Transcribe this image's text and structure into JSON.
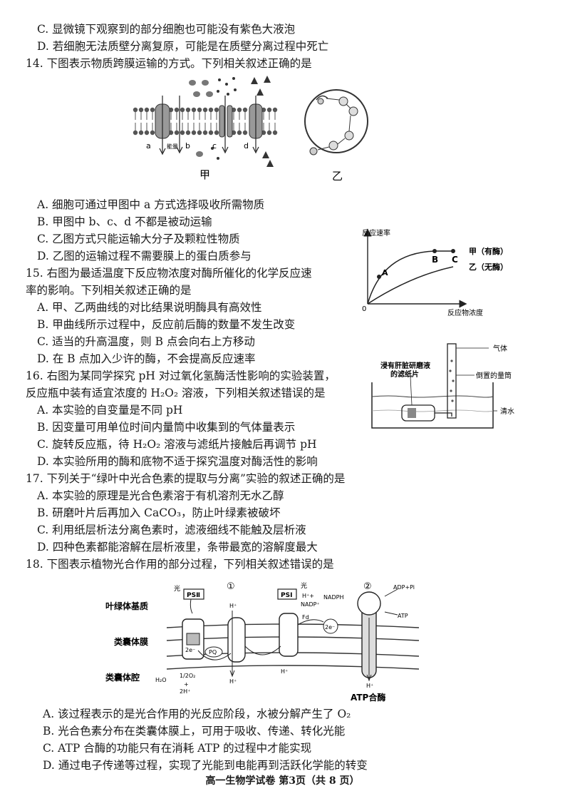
{
  "q13": {
    "optC": "C. 显微镜下观察到的部分细胞也可能没有紫色大液泡",
    "optD": "D. 若细胞无法质壁分离复原，可能是在质壁分离过程中死亡"
  },
  "q14": {
    "stem": "14. 下图表示物质跨膜运输的方式。下列相关叙述正确的是",
    "fig_jia": "甲",
    "fig_yi": "乙",
    "label_a": "a",
    "label_b": "b",
    "label_c": "c",
    "label_d": "d",
    "label_energy": "能量",
    "optA": "A. 细胞可通过甲图中 a 方式选择吸收所需物质",
    "optB": "B. 甲图中 b、c、d 不都是被动运输",
    "optC": "C. 乙图方式只能运输大分子及颗粒性物质",
    "optD": "D. 乙图的运输过程不需要膜上的蛋白质参与"
  },
  "q15": {
    "stem1": "15.  右图为最适温度下反应物浓度对酶所催化的化学反应速",
    "stem2": "率的影响。下列相关叙述正确的是",
    "optA": "A. 甲、乙两曲线的对比结果说明酶具有高效性",
    "optB": "B. 甲曲线所示过程中，反应前后酶的数量不发生改变",
    "optC": "C. 适当的升高温度，则 B 点会向右上方移动",
    "optD": "D. 在 B 点加入少许的酶，不会提高反应速率",
    "graph": {
      "ylabel": "反应速率",
      "xlabel": "反应物浓度",
      "origin": "0",
      "pointA": "A",
      "pointB": "B",
      "pointC": "C",
      "series_jia": "甲（有酶）",
      "series_yi": "乙（无酶）"
    }
  },
  "q16": {
    "stem1": "16. 右图为某同学探究 pH 对过氧化氢酶活性影响的实验装置，",
    "stem2": "反应瓶中装有适宜浓度的 H₂O₂ 溶液，下列相关叙述错误的是",
    "optA": "A. 本实验的自变量是不同 pH",
    "optB": "B. 因变量可用单位时间内量筒中收集到的气体量表示",
    "optC": "C. 旋转反应瓶，待 H₂O₂ 溶液与滤纸片接触后再调节 pH",
    "optD": "D. 本实验所用的酶和底物不适于探究温度对酶活性的影响",
    "fig": {
      "label_paper1": "浸有肝脏研磨液",
      "label_paper2": "的滤纸片",
      "label_gas": "气体",
      "label_cylinder": "倒置的量筒",
      "label_water": "清水"
    }
  },
  "q17": {
    "stem": "17. 下列关于“绿叶中光合色素的提取与分离”实验的叙述正确的是",
    "optA": "A. 本实验的原理是光合色素溶于有机溶剂无水乙醇",
    "optB": "B. 研磨叶片后再加入 CaCO₃，防止叶绿素被破坏",
    "optC": "C. 利用纸层析法分离色素时，滤液细线不能触及层析液",
    "optD": "D. 四种色素都能溶解在层析液里，条带最宽的溶解度最大"
  },
  "q18": {
    "stem": "18. 下图表示植物光合作用的部分过程，下列相关叙述错误的是",
    "optA": "A. 该过程表示的是光合作用的光反应阶段，水被分解产生了 O₂",
    "optB": "B. 光合色素分布在类囊体膜上，可用于吸收、传递、转化光能",
    "optC": "C. ATP 合酶的功能只有在消耗 ATP 的过程中才能实现",
    "optD": "D. 通过电子传递等过程，实现了光能到电能再到活跃化学能的转变",
    "fig": {
      "stroma": "叶绿体基质",
      "thylakoid_membrane": "类囊体膜",
      "lumen": "类囊体腔",
      "ps2": "PSⅡ",
      "ps1": "PSⅠ",
      "light1": "光",
      "light2": "光",
      "circle1": "①",
      "circle2": "②",
      "hplus": "H⁺",
      "h_plus_plus": "H⁺+",
      "nadp": "NADP⁺",
      "nadph": "NADPH",
      "fd": "Fd",
      "pq": "PQ",
      "e2": "2e⁻",
      "e2b": "2e⁻",
      "h2o": "H₂O",
      "o2": "1/2O₂",
      "plus": "+",
      "h2": "2H⁺",
      "adp": "ADP+Pi",
      "atp": "ATP",
      "atp_synthase": "ATP合酶"
    }
  },
  "footer": "高一生物学试卷  第3页（共 8 页）"
}
